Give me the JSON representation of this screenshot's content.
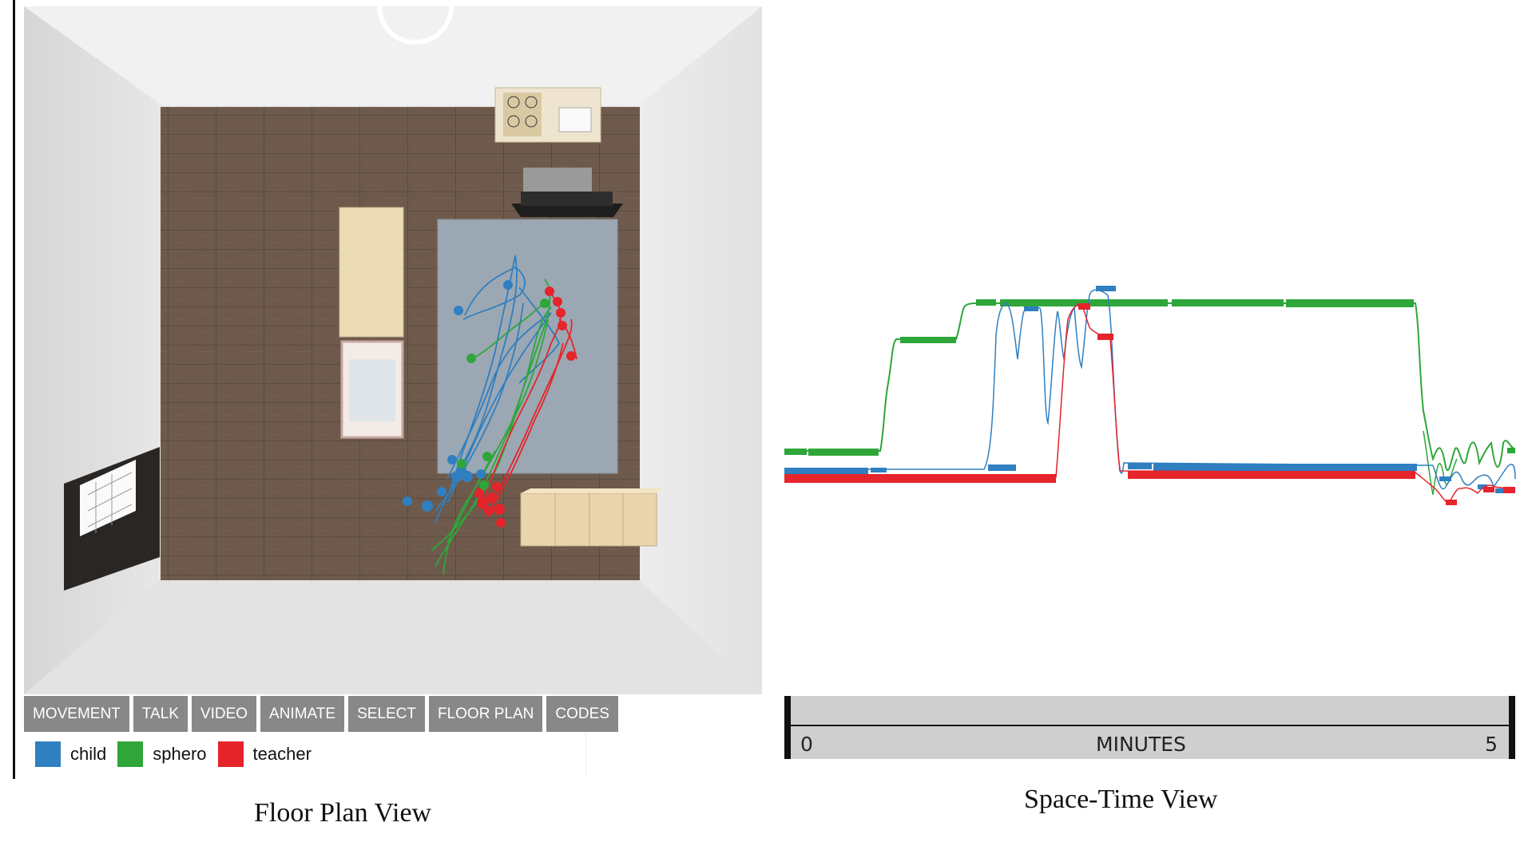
{
  "toolbar": {
    "buttons": [
      "MOVEMENT",
      "TALK",
      "VIDEO",
      "ANIMATE",
      "SELECT",
      "FLOOR PLAN",
      "CODES"
    ]
  },
  "legend": {
    "items": [
      {
        "label": "child",
        "color": "#2f7fc1"
      },
      {
        "label": "sphero",
        "color": "#2ea63a"
      },
      {
        "label": "teacher",
        "color": "#e5242b"
      }
    ]
  },
  "timeline": {
    "start_label": "0",
    "axis_label": "MINUTES",
    "end_label": "5"
  },
  "captions": {
    "floor_plan": "Floor Plan View",
    "space_time": "Space-Time View"
  },
  "colors": {
    "child": "#2f7fc1",
    "sphero": "#2ea63a",
    "teacher": "#e5242b",
    "floor": "#6e5a4c",
    "rug": "#9ba8b3",
    "toolbar": "#888888"
  }
}
